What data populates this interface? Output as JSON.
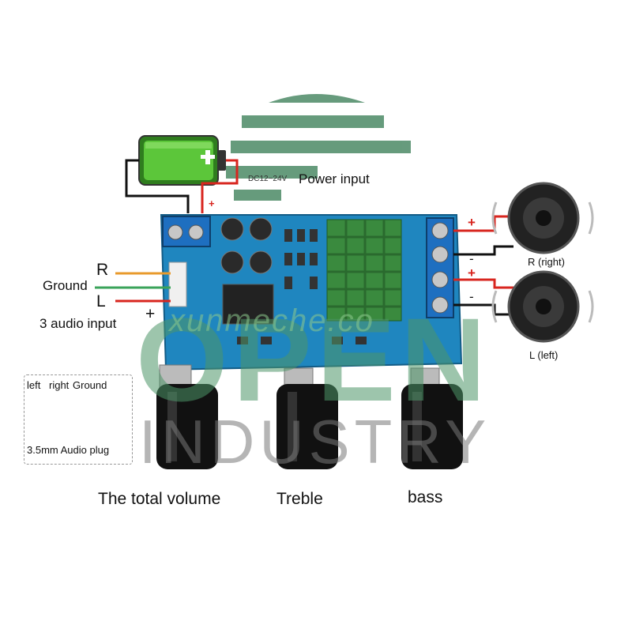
{
  "power": {
    "minus": "-",
    "plus": "+",
    "voltage": "DC12~24V",
    "label": "Power input"
  },
  "inputs": {
    "r": "R",
    "ground": "Ground",
    "l": "L",
    "plus": "+",
    "caption": "3 audio input"
  },
  "plug": {
    "left": "left",
    "right": "right",
    "ground": "Ground",
    "caption": "3.5mm Audio plug"
  },
  "speakers": {
    "right_label": "R (right)",
    "left_label": "L (left)",
    "plus": "+",
    "minus": "-"
  },
  "knobs": {
    "volume": "The total volume",
    "treble": "Treble",
    "bass": "bass"
  },
  "watermark": {
    "line1": "OPEN",
    "line2": "INDUSTRY",
    "url": "xunmeche.co"
  },
  "colors": {
    "board": "#1f86bf",
    "heatsink": "#3a8a3e",
    "battery": "#58c23a",
    "wire_red": "#d8261f",
    "wire_black": "#111111",
    "wire_orange": "#e89a2c",
    "wire_green": "#3aa35a",
    "logo_green": "#4c8a66"
  }
}
